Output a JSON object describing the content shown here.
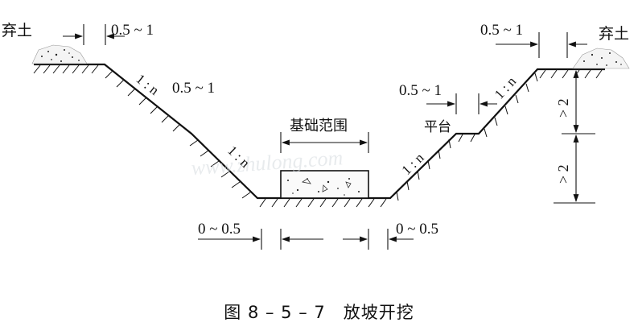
{
  "diagram": {
    "spoil_left": "弃土",
    "spoil_right": "弃土",
    "top_berm_left": "0.5 ~ 1",
    "top_berm_right": "0.5 ~ 1",
    "slope_upper_left": "1 : n",
    "slope_lower_left": "1 : n",
    "slope_upper_right": "1 : n",
    "slope_lower_right": "1 : n",
    "bench_left": "0.5 ~ 1",
    "bench_right": "0.5 ~ 1",
    "platform": "平台",
    "foundation_range": "基础范围",
    "work_space_left": "0 ~ 0.5",
    "work_space_right": "0 ~ 0.5",
    "depth_upper": "> 2",
    "depth_lower": "> 2",
    "watermark": "www.zhulong.com"
  },
  "caption": "图 8 – 5 – 7　放坡开挖"
}
